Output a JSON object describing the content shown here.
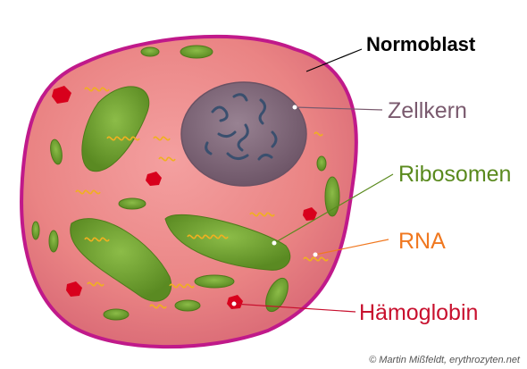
{
  "diagram": {
    "labels": {
      "normoblast": {
        "text": "Normoblast",
        "color": "#000000"
      },
      "zellkern": {
        "text": "Zellkern",
        "color": "#7a5a6e"
      },
      "ribosomen": {
        "text": "Ribosomen",
        "color": "#5a8a1e"
      },
      "rna": {
        "text": "RNA",
        "color": "#f07820"
      },
      "haemoglobin": {
        "text": "Hämoglobin",
        "color": "#c8102e"
      }
    },
    "copyright": "© Martin Mißfeldt, erythrozyten.net",
    "colors": {
      "cell_membrane": "#c0198a",
      "cytoplasm": "#e88080",
      "nucleus": "#7e6678",
      "chromatin": "#3a4f6e",
      "organelle": "#6a9a28",
      "rna": "#f0b020",
      "hemoglobin": "#d8001c"
    }
  }
}
